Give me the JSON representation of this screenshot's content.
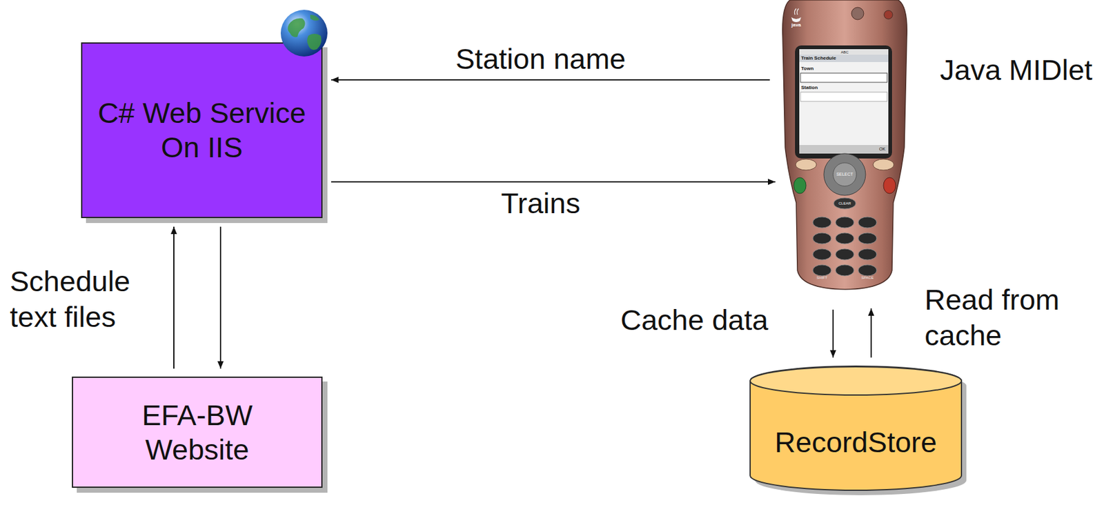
{
  "diagram": {
    "nodes": [
      {
        "text": [
          "C# Web Service On IIS"
        ]
      },
      {
        "text": [
          "Java MIDlet"
        ]
      },
      {
        "text": [
          "EFA-BW Website"
        ]
      },
      {
        "text": [
          "RecordStore"
        ]
      }
    ],
    "edges": [
      {
        "from": 1,
        "to": 0,
        "label": "Station name",
        "arrow": "to"
      },
      {
        "from": 0,
        "to": 1,
        "label": "Trains",
        "arrow": "to"
      },
      {
        "from": 2,
        "to": 0,
        "label": "Schedule text files",
        "arrow": "to"
      },
      {
        "from": 0,
        "to": 2,
        "arrow": "to"
      },
      {
        "from": 1,
        "to": 3,
        "label": "Cache data",
        "arrow": "to"
      },
      {
        "from": 3,
        "to": 1,
        "label": "Read from cache",
        "arrow": "to"
      }
    ],
    "labels": [
      "java",
      "ABC",
      "Train Schedule",
      "Town",
      "Station",
      "OK",
      "SELECT",
      "CLEAR",
      "SHIFT",
      "SPACE"
    ]
  }
}
